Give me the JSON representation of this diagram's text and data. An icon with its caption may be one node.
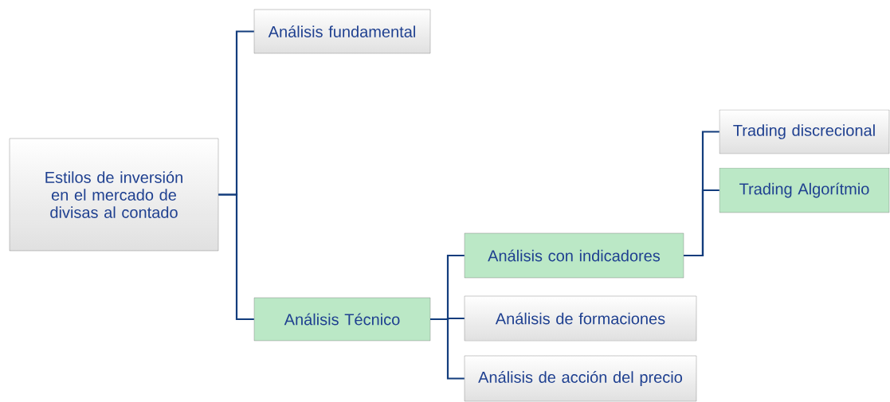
{
  "diagram": {
    "nodes": [
      {
        "text": [
          "Estilos de inversión en el mercado de divisas al contado"
        ]
      },
      {
        "text": [
          "Análisis fundamental"
        ]
      },
      {
        "text": [
          "Análisis Técnico"
        ]
      },
      {
        "text": [
          "Análisis con indicadores"
        ]
      },
      {
        "text": [
          "Análisis de formaciones"
        ]
      },
      {
        "text": [
          "Análisis de acción del precio"
        ]
      },
      {
        "text": [
          "Trading discrecional"
        ]
      },
      {
        "text": [
          "Trading Algorítmio"
        ]
      }
    ],
    "edges": [
      {
        "from": 0,
        "to": 1,
        "arrow": "none"
      },
      {
        "from": 0,
        "to": 2,
        "arrow": "none"
      },
      {
        "from": 2,
        "to": 3,
        "arrow": "none"
      },
      {
        "from": 2,
        "to": 4,
        "arrow": "none"
      },
      {
        "from": 2,
        "to": 5,
        "arrow": "none"
      },
      {
        "from": 3,
        "to": 6,
        "arrow": "none"
      },
      {
        "from": 3,
        "to": 7,
        "arrow": "none"
      }
    ]
  }
}
